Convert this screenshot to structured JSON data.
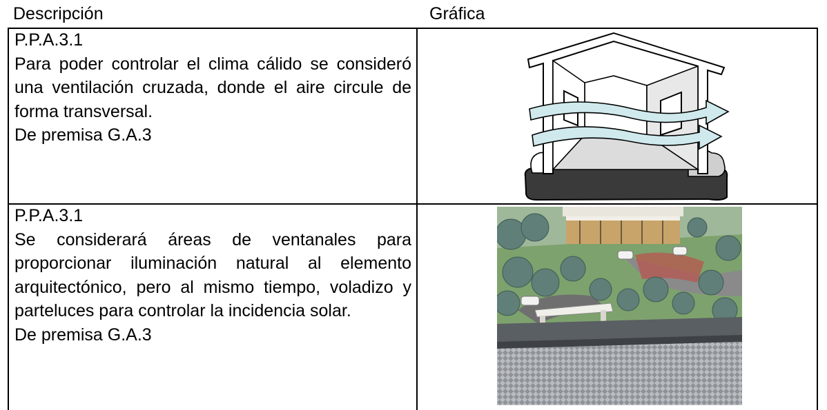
{
  "headers": {
    "description": "Descripción",
    "graphic": "Gráfica"
  },
  "rows": [
    {
      "code": "P.P.A.3.1",
      "text": "Para poder controlar el clima cálido se consideró una ventilación cruzada, donde el aire circule de forma transversal.",
      "source": "De premisa G.A.3",
      "figure": "cross-ventilation-diagram"
    },
    {
      "code": "P.P.A.3.1",
      "text": "Se considerará áreas de ventanales para proporcionar iluminación natural al elemento arquitectónico, pero al mismo tiempo, voladizo y parteluces para controlar la incidencia solar.",
      "source": "De premisa G.A.3",
      "figure": "architectural-3d-render"
    }
  ]
}
